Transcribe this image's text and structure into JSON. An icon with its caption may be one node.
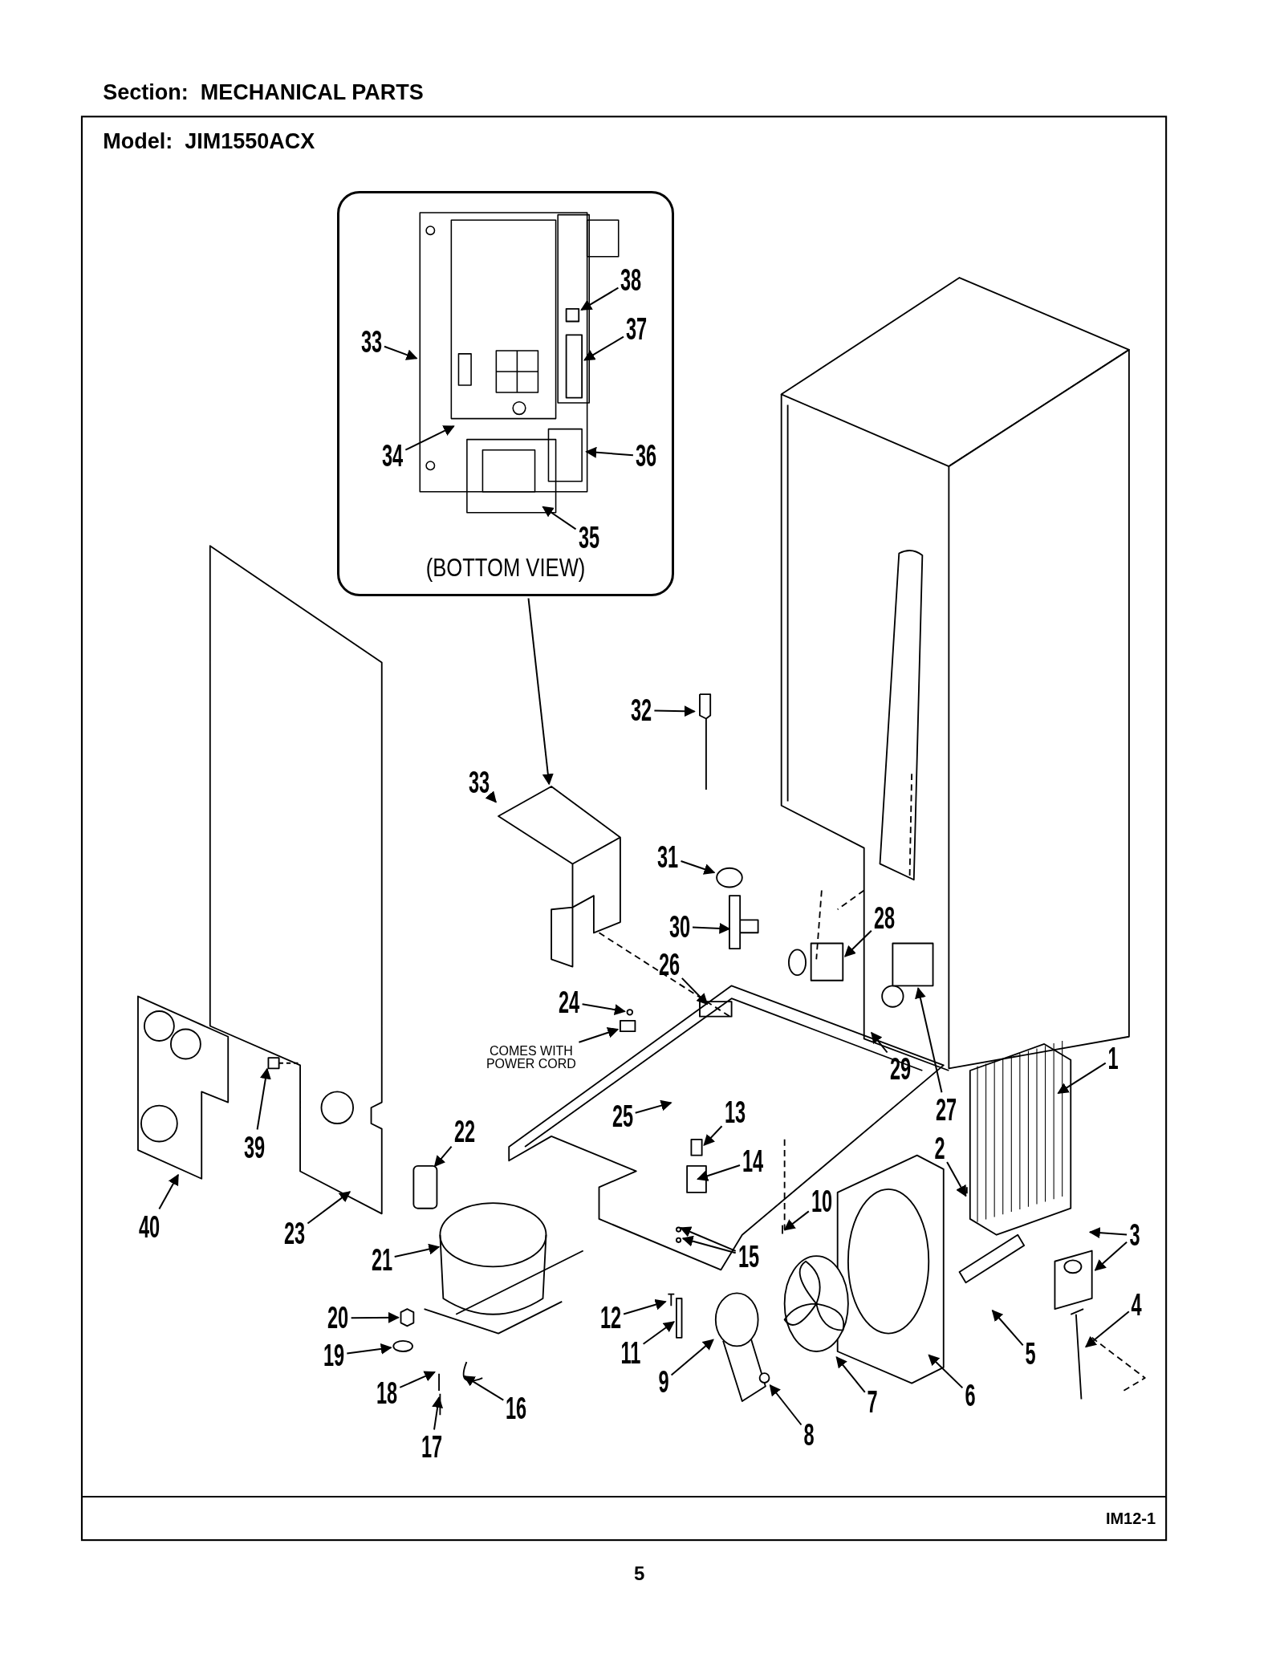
{
  "diagram": {
    "title": "Section:  MECHANICAL PARTS",
    "nodes": [
      {
        "text": [
          "(BOTTOM VIEW)"
        ]
      },
      {
        "text": [
          "38"
        ],
        "in": 0
      },
      {
        "text": [
          "37"
        ],
        "in": 0
      },
      {
        "text": [
          "33"
        ],
        "in": 0
      },
      {
        "text": [
          "34"
        ],
        "in": 0
      },
      {
        "text": [
          "36"
        ],
        "in": 0
      },
      {
        "text": [
          "35"
        ],
        "in": 0
      },
      {
        "text": [
          "32"
        ]
      },
      {
        "text": [
          "33"
        ]
      },
      {
        "text": [
          "31"
        ]
      },
      {
        "text": [
          "30"
        ]
      },
      {
        "text": [
          "28"
        ]
      },
      {
        "text": [
          "26"
        ]
      },
      {
        "text": [
          "24"
        ]
      },
      {
        "text": [
          "COMES WITH POWER CORD"
        ]
      },
      {
        "text": [
          "29"
        ]
      },
      {
        "text": [
          "1"
        ]
      },
      {
        "text": [
          "27"
        ]
      },
      {
        "text": [
          "39"
        ]
      },
      {
        "text": [
          "25"
        ]
      },
      {
        "text": [
          "13"
        ]
      },
      {
        "text": [
          "22"
        ]
      },
      {
        "text": [
          "2"
        ]
      },
      {
        "text": [
          "14"
        ]
      },
      {
        "text": [
          "40"
        ]
      },
      {
        "text": [
          "23"
        ]
      },
      {
        "text": [
          "10"
        ]
      },
      {
        "text": [
          "3"
        ]
      },
      {
        "text": [
          "21"
        ]
      },
      {
        "text": [
          "15"
        ]
      },
      {
        "text": [
          "20"
        ]
      },
      {
        "text": [
          "12"
        ]
      },
      {
        "text": [
          "4"
        ]
      },
      {
        "text": [
          "11"
        ]
      },
      {
        "text": [
          "19"
        ]
      },
      {
        "text": [
          "5"
        ]
      },
      {
        "text": [
          "18"
        ]
      },
      {
        "text": [
          "16"
        ]
      },
      {
        "text": [
          "9"
        ]
      },
      {
        "text": [
          "7"
        ]
      },
      {
        "text": [
          "6"
        ]
      },
      {
        "text": [
          "8"
        ]
      },
      {
        "text": [
          "17"
        ]
      },
      {
        "text": [],
        "shape": "picture"
      },
      {
        "text": [],
        "shape": "box",
        "in": 0
      },
      {
        "text": [],
        "shape": "circle"
      },
      {
        "text": [],
        "shape": "box"
      },
      {
        "text": [],
        "shape": "box"
      },
      {
        "text": [],
        "shape": "picture"
      },
      {
        "text": [],
        "shape": "picture"
      },
      {
        "text": [],
        "shape": "picture"
      },
      {
        "text": [],
        "shape": "circle"
      },
      {
        "text": [],
        "shape": "circle"
      },
      {
        "text": [],
        "shape": "box"
      },
      {
        "text": [],
        "shape": "box",
        "in": 0
      },
      {
        "text": [],
        "shape": "circle"
      },
      {
        "text": [],
        "shape": "circle"
      }
    ],
    "edges": [
      {
        "from": 0,
        "to": 43,
        "arrow": "to"
      },
      {
        "from": 1,
        "to": 44,
        "arrow": "to"
      },
      {
        "from": 2,
        "to": 54,
        "arrow": "to"
      },
      {
        "from": 3,
        "to": null,
        "arrow": "to"
      },
      {
        "from": 4,
        "to": null,
        "arrow": "to"
      },
      {
        "from": 5,
        "to": null,
        "arrow": "to"
      },
      {
        "from": 6,
        "to": null,
        "arrow": "to"
      },
      {
        "from": 7,
        "to": null,
        "arrow": "to"
      },
      {
        "from": 8,
        "to": 43,
        "arrow": "to"
      },
      {
        "from": 9,
        "to": 45,
        "arrow": "to"
      },
      {
        "from": 10,
        "to": null,
        "arrow": "to"
      },
      {
        "from": 11,
        "to": null,
        "arrow": "to"
      },
      {
        "from": 12,
        "to": null,
        "arrow": "to"
      },
      {
        "from": 13,
        "to": 52,
        "arrow": "to"
      },
      {
        "from": 14,
        "to": 46,
        "arrow": "to"
      },
      {
        "from": 15,
        "to": null,
        "arrow": "to"
      },
      {
        "from": 16,
        "to": null,
        "arrow": "to"
      },
      {
        "from": 17,
        "to": 47,
        "arrow": "to"
      },
      {
        "from": 18,
        "to": null,
        "arrow": "to"
      },
      {
        "from": 19,
        "to": null,
        "arrow": "to"
      },
      {
        "from": 20,
        "to": null,
        "arrow": "to"
      },
      {
        "from": 21,
        "to": null,
        "arrow": "to"
      },
      {
        "from": 22,
        "to": null,
        "arrow": "to"
      },
      {
        "from": 23,
        "to": null,
        "arrow": "to"
      },
      {
        "from": 24,
        "to": null,
        "arrow": "to"
      },
      {
        "from": 25,
        "to": null,
        "arrow": "to"
      },
      {
        "from": 26,
        "to": null,
        "arrow": "to"
      },
      {
        "from": 27,
        "to": null,
        "arrow": "to"
      },
      {
        "from": 27,
        "to": null,
        "arrow": "to"
      },
      {
        "from": 28,
        "to": null,
        "arrow": "to"
      },
      {
        "from": 29,
        "to": null,
        "arrow": "to"
      },
      {
        "from": 29,
        "to": null,
        "arrow": "to"
      },
      {
        "from": 30,
        "to": 48,
        "arrow": "to"
      },
      {
        "from": 31,
        "to": 49,
        "arrow": "to"
      },
      {
        "from": 32,
        "to": 50,
        "arrow": "to"
      },
      {
        "from": 33,
        "to": 53,
        "arrow": "to"
      },
      {
        "from": 34,
        "to": 51,
        "arrow": "to"
      },
      {
        "from": 35,
        "to": null,
        "arrow": "to"
      },
      {
        "from": 36,
        "to": null,
        "arrow": "to"
      },
      {
        "from": 37,
        "to": null,
        "arrow": "to"
      },
      {
        "from": 38,
        "to": 55,
        "arrow": "to"
      },
      {
        "from": 39,
        "to": null,
        "arrow": "to"
      },
      {
        "from": 40,
        "to": null,
        "arrow": "to"
      },
      {
        "from": 41,
        "to": 56,
        "arrow": "to"
      },
      {
        "from": 42,
        "to": null,
        "arrow": "to"
      }
    ],
    "labels": [
      "Model:  JIM1550ACX",
      "IM12-1",
      "5"
    ]
  }
}
